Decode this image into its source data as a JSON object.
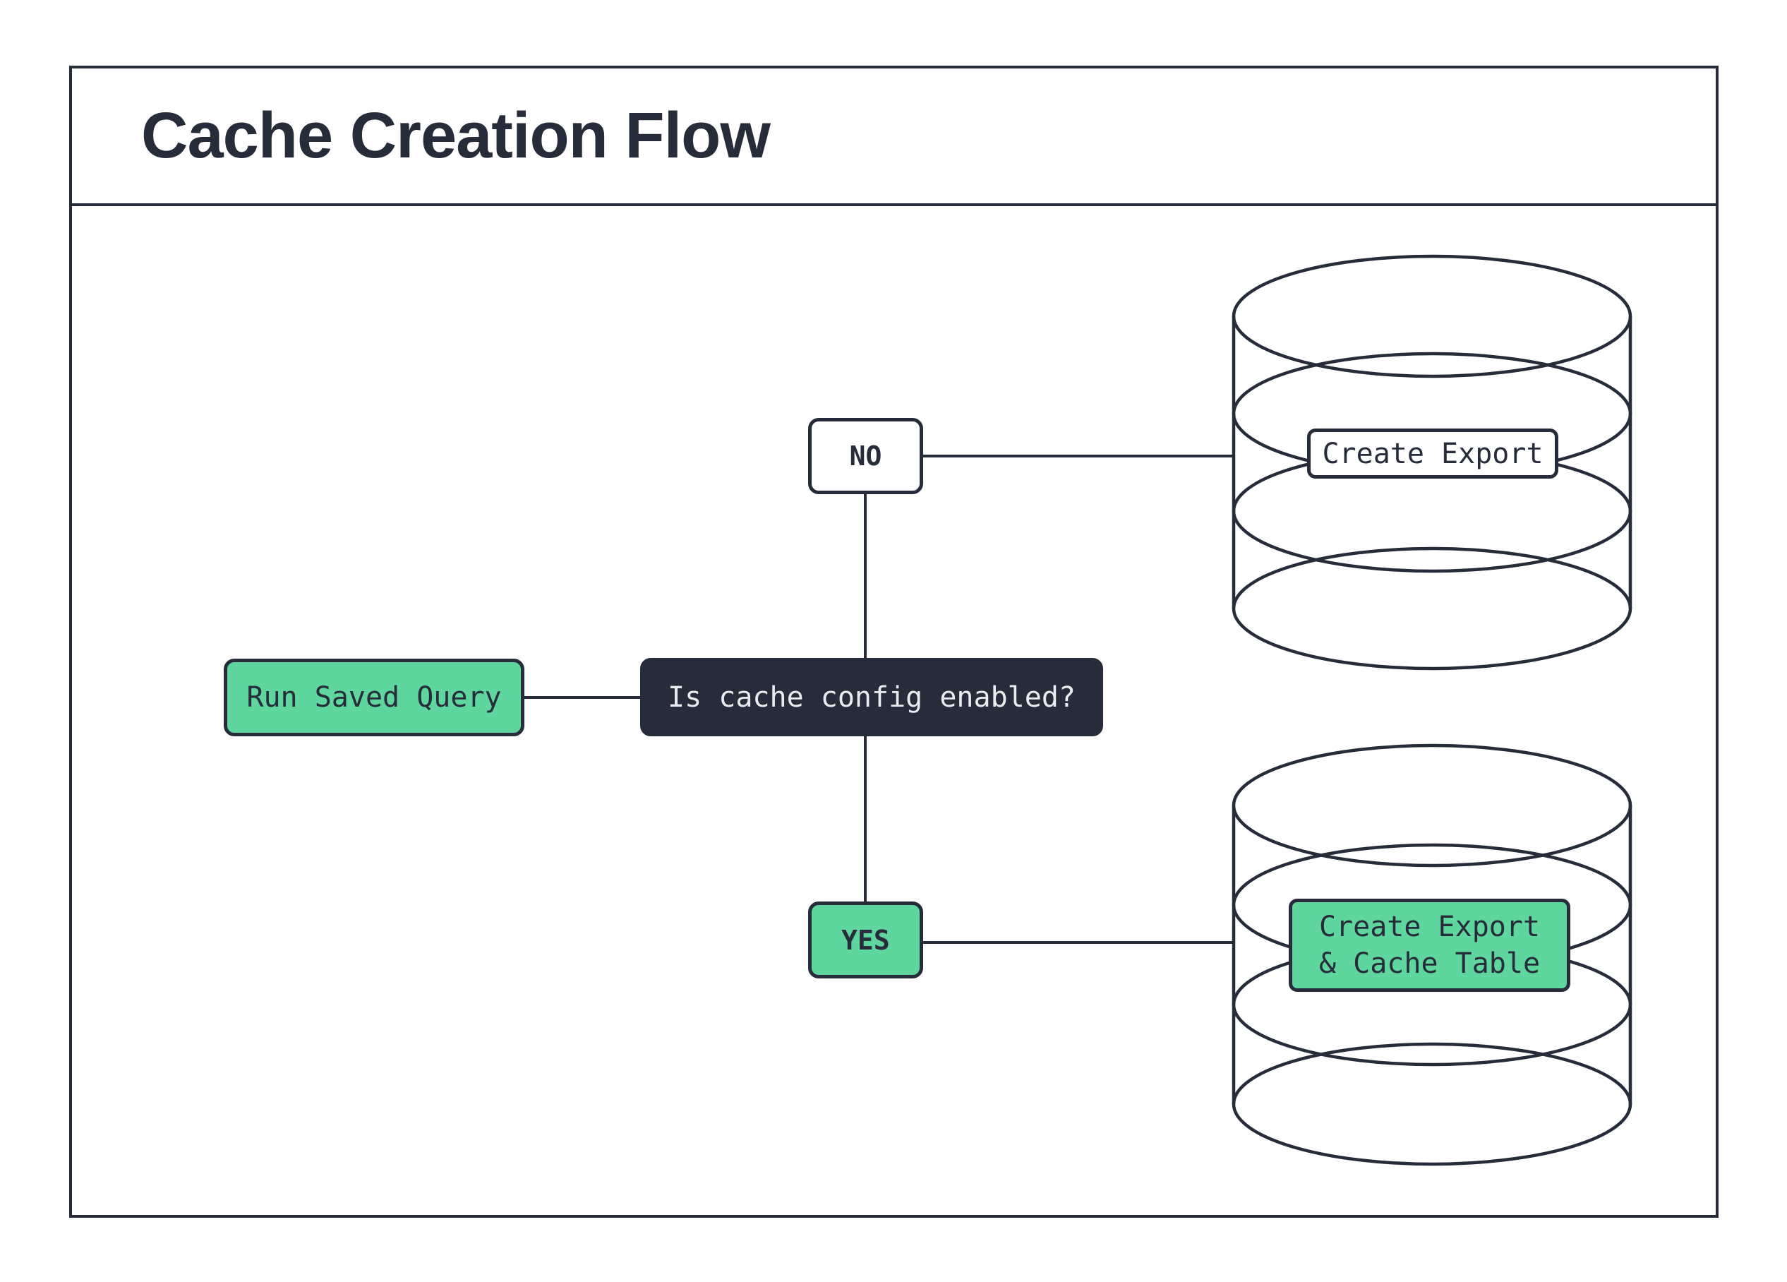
{
  "header": {
    "title": "Cache Creation Flow"
  },
  "flow": {
    "start_node": {
      "label": "Run Saved Query"
    },
    "decision_node": {
      "label": "Is cache config enabled?"
    },
    "no_branch": {
      "label": "NO",
      "outcome": {
        "label": "Create Export",
        "icon": "database-icon"
      }
    },
    "yes_branch": {
      "label": "YES",
      "outcome": {
        "label_line1": "Create Export",
        "label_line2": "& Cache Table",
        "icon": "database-icon"
      }
    }
  },
  "colors": {
    "navy": "#272C3B",
    "green": "#5ED69D",
    "light-text": "#E9EBEE",
    "white": "#FFFFFF"
  }
}
